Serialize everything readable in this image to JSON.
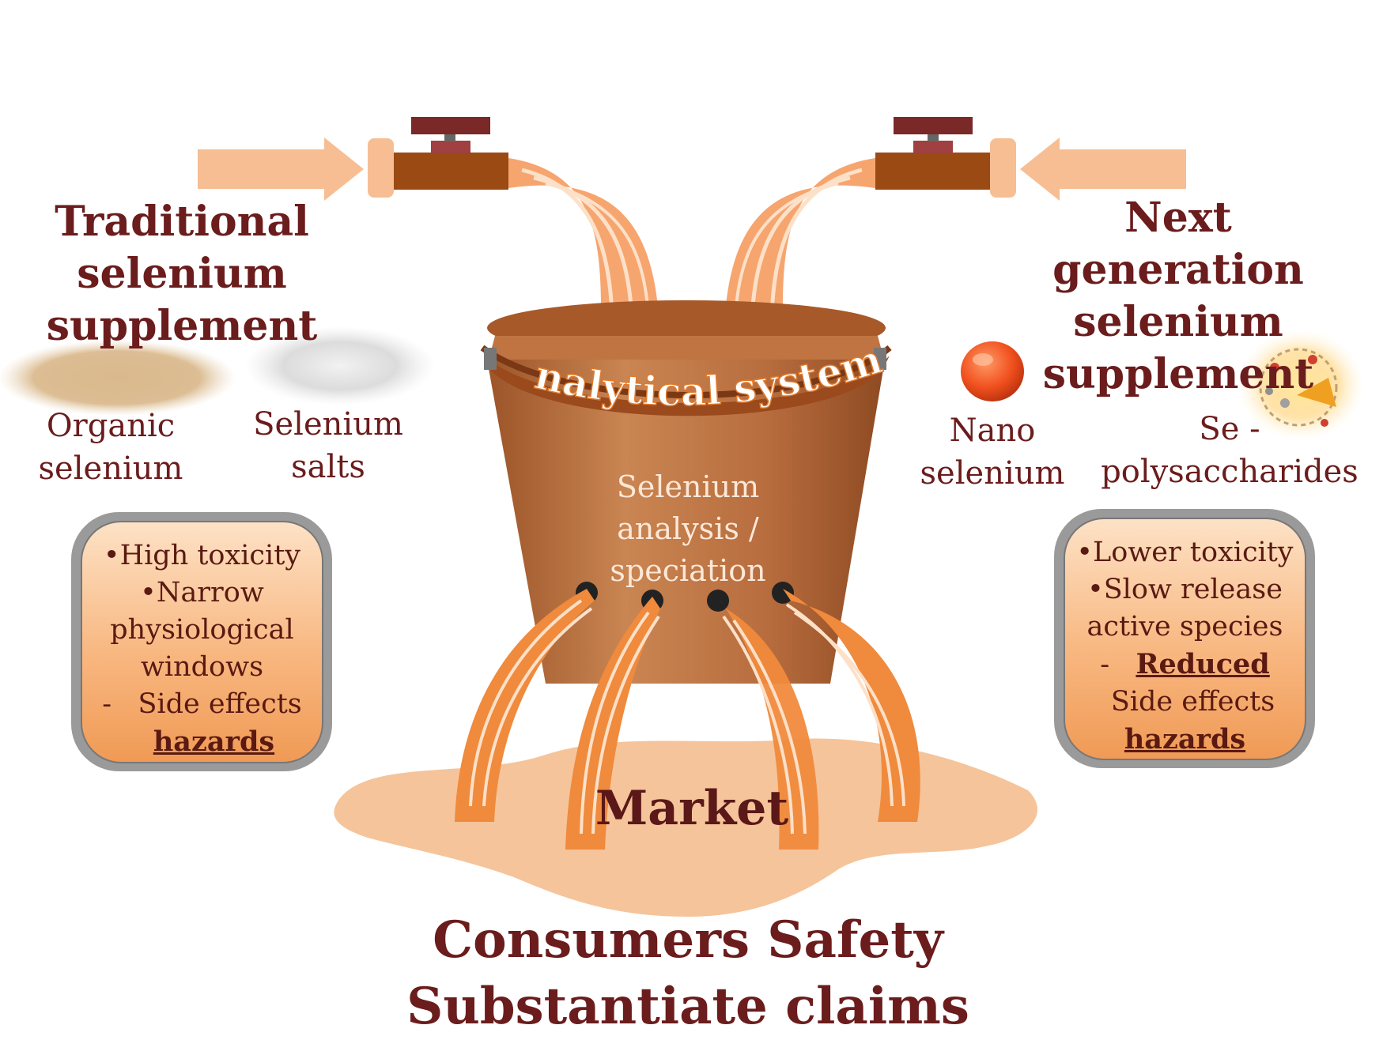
{
  "left": {
    "title": [
      "Traditional",
      "selenium",
      "supplement"
    ],
    "item1": [
      "Organic",
      "selenium"
    ],
    "item2": [
      "Selenium",
      "salts"
    ],
    "box": {
      "line1": "•High toxicity",
      "line2": "•Narrow",
      "line3": "physiological",
      "line4": "windows",
      "line5_prefix": "-",
      "line5": "Side effects",
      "line6": "hazards"
    }
  },
  "right": {
    "title": [
      "Next generation",
      "selenium",
      "supplement"
    ],
    "item1": [
      "Nano",
      "selenium"
    ],
    "item2": [
      "Se -",
      "polysaccharides"
    ],
    "box": {
      "line1": "•Lower toxicity",
      "line2": "•Slow release",
      "line3": "active species",
      "line4_prefix": "-",
      "line4": "Reduced",
      "line5": "Side effects",
      "line6": "hazards"
    }
  },
  "center": {
    "bucket_band": "Analytical system",
    "bucket_body": [
      "Selenium",
      "analysis /",
      "speciation"
    ],
    "market": "Market"
  },
  "bottom": [
    "Consumers Safety",
    "Substantiate claims"
  ],
  "colors": {
    "text_dark_red": "#6b1c1c",
    "bucket": "#b8683a",
    "stream": "#f08a3c",
    "puddle": "#f5c49a",
    "pipe": "#9a4a12",
    "valve": "#7a2828",
    "arrow": "#f7be94",
    "box_fill": "#f8b077",
    "box_border": "#8a8a8a"
  },
  "icons": {
    "faucet": "faucet-icon",
    "arrow": "arrow-right-icon",
    "nano": "nano-sphere-icon",
    "molecule": "molecule-icon"
  }
}
